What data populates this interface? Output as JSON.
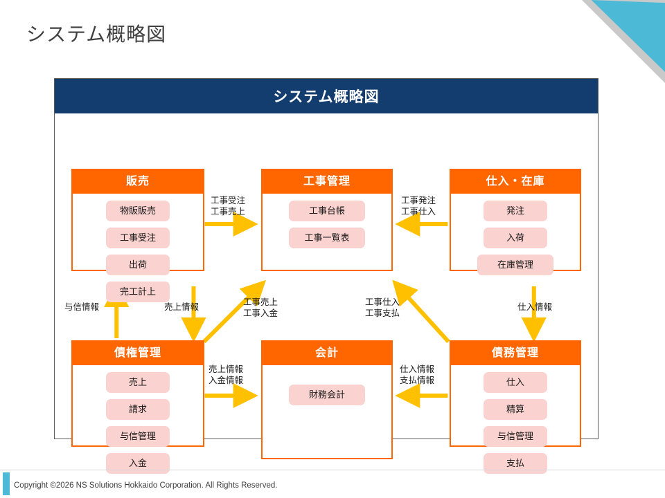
{
  "slide": {
    "title": "システム概略図",
    "accent_cyan": "#4cb9d6",
    "accent_gray": "#c9c9c9"
  },
  "diagram": {
    "header_title": "システム概略図",
    "header_bg": "#123d6e",
    "module_accent": "#ff6600",
    "chip_bg": "#fad2d0",
    "arrow_color": "#ffc000",
    "modules": [
      {
        "id": "sales",
        "title": "販売",
        "chips": [
          "物販販売",
          "工事受注",
          "出荷",
          "完工計上"
        ]
      },
      {
        "id": "construction",
        "title": "工事管理",
        "chips": [
          "工事台帳",
          "工事一覧表"
        ]
      },
      {
        "id": "purchase-stock",
        "title": "仕入・在庫",
        "chips": [
          "発注",
          "入荷",
          "在庫管理"
        ]
      },
      {
        "id": "receivables",
        "title": "債権管理",
        "chips": [
          "売上",
          "請求",
          "与信管理",
          "入金"
        ]
      },
      {
        "id": "accounting",
        "title": "会計",
        "chips": [
          "財務会計"
        ]
      },
      {
        "id": "payables",
        "title": "債務管理",
        "chips": [
          "仕入",
          "精算",
          "与信管理",
          "支払"
        ]
      }
    ],
    "flows": [
      {
        "id": "sales-to-construction",
        "label": "工事受注\n工事売上",
        "direction": "right"
      },
      {
        "id": "stock-to-construction",
        "label": "工事発注\n工事仕入",
        "direction": "left"
      },
      {
        "id": "receivables-to-sales",
        "label": "与信情報",
        "direction": "up"
      },
      {
        "id": "sales-to-receivables",
        "label": "売上情報",
        "direction": "down"
      },
      {
        "id": "receivables-to-construction",
        "label": "工事売上\n工事入金",
        "direction": "up-right"
      },
      {
        "id": "payables-to-construction",
        "label": "工事仕入\n工事支払",
        "direction": "up-left"
      },
      {
        "id": "stock-to-payables",
        "label": "仕入情報",
        "direction": "down"
      },
      {
        "id": "receivables-to-accounting",
        "label": "売上情報\n入金情報",
        "direction": "right"
      },
      {
        "id": "payables-to-accounting",
        "label": "仕入情報\n支払情報",
        "direction": "left"
      }
    ]
  },
  "footer": {
    "copyright": "Copyright ©2026 NS Solutions Hokkaido Corporation. All Rights Reserved."
  }
}
